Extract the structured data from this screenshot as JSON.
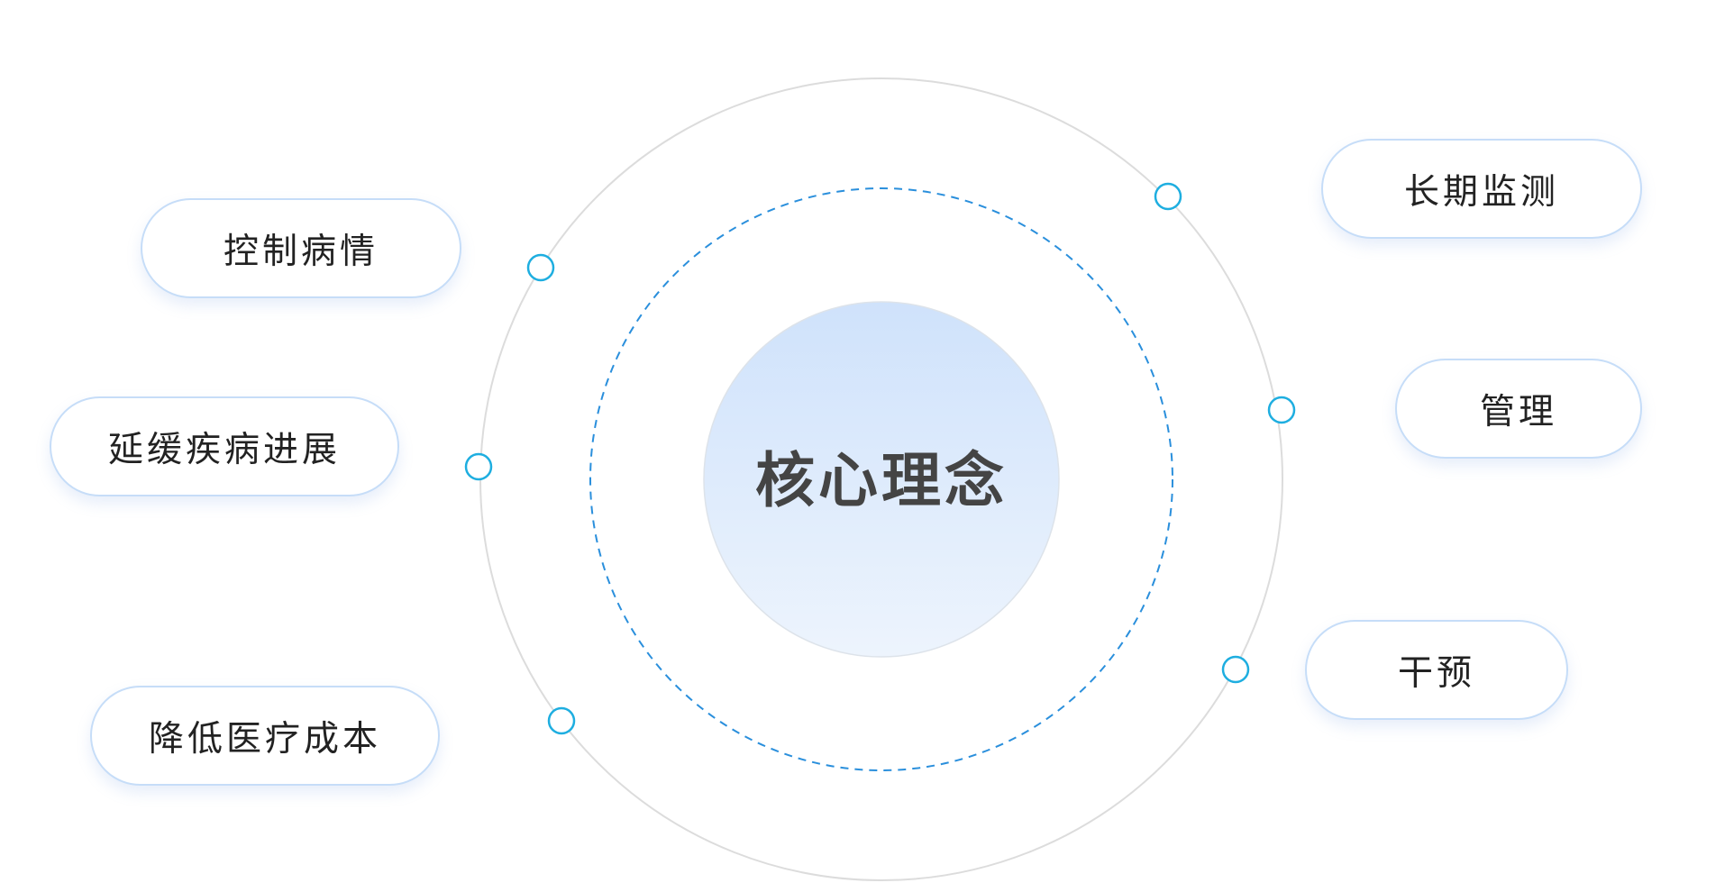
{
  "center": {
    "label": "核心理念"
  },
  "left_items": [
    {
      "label": "控制病情"
    },
    {
      "label": "延缓疾病进展"
    },
    {
      "label": "降低医疗成本"
    }
  ],
  "right_items": [
    {
      "label": "长期监测"
    },
    {
      "label": "管理"
    },
    {
      "label": "干预"
    }
  ],
  "colors": {
    "outer_ring": "#dcdcdc",
    "dashed_ring": "#2a8fdc",
    "connector_node": "#1eaee0",
    "center_gradient_top": "#cfe2fb",
    "center_gradient_bottom": "#edf4fd",
    "center_text": "#444444",
    "pill_border": "#c6ddf8",
    "pill_text": "#222222"
  }
}
